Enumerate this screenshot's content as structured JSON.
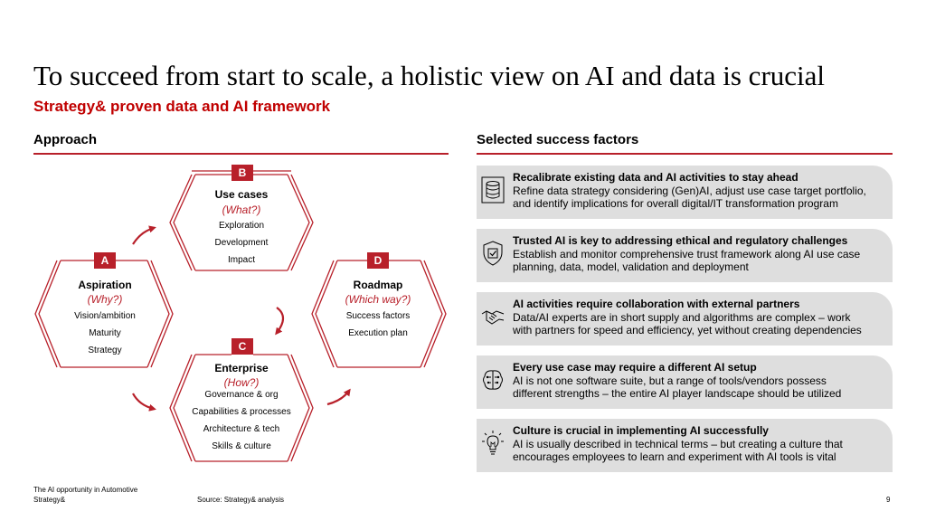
{
  "title": "To succeed from start to scale, a holistic view on AI and data is crucial",
  "subtitle": "Strategy& proven data and AI framework",
  "approach": {
    "heading": "Approach",
    "hexagons": [
      {
        "badge": "B",
        "title": "Use cases",
        "question": "(What?)",
        "items": [
          "Exploration",
          "Development",
          "Impact"
        ]
      },
      {
        "badge": "A",
        "title": "Aspiration",
        "question": "(Why?)",
        "items": [
          "Vision/ambition",
          "Maturity",
          "Strategy"
        ]
      },
      {
        "badge": "D",
        "title": "Roadmap",
        "question": "(Which way?)",
        "items": [
          "Success factors",
          "Execution plan"
        ]
      },
      {
        "badge": "C",
        "title": "Enterprise",
        "question": "(How?)",
        "items": [
          "Governance & org",
          "Capabilities & processes",
          "Architecture & tech",
          "Skills & culture"
        ]
      }
    ]
  },
  "success_factors": {
    "heading": "Selected success factors",
    "items": [
      {
        "icon": "database-icon",
        "title": "Recalibrate existing data and AI activities to stay ahead",
        "lines": [
          "Refine data strategy considering (Gen)AI, adjust use case target portfolio,",
          "and identify implications for overall digital/IT transformation program"
        ]
      },
      {
        "icon": "shield-check-icon",
        "title": "Trusted AI is key to addressing ethical and regulatory challenges",
        "lines": [
          "Establish and monitor comprehensive trust framework along AI use case",
          "planning, data, model, validation and deployment"
        ]
      },
      {
        "icon": "handshake-icon",
        "title": "AI activities require collaboration with external partners",
        "lines": [
          "Data/AI experts are in short supply and algorithms are complex – work",
          "with partners for speed and efficiency, yet without creating dependencies"
        ]
      },
      {
        "icon": "brain-circuit-icon",
        "title": "Every use case may require a different AI setup",
        "lines": [
          "AI is not one software suite, but a range of tools/vendors possess",
          "different strengths – the entire AI player landscape should be utilized"
        ]
      },
      {
        "icon": "lightbulb-icon",
        "title": "Culture is crucial in implementing AI successfully",
        "lines": [
          "AI is usually described in technical terms – but creating a culture that",
          "encourages employees to learn and experiment with AI tools is vital"
        ]
      }
    ]
  },
  "footer": {
    "publication": "The AI opportunity in Automotive",
    "brand": "Strategy&",
    "source": "Source: Strategy& analysis",
    "page": "9"
  },
  "colors": {
    "accent": "#b8202a",
    "subtitle": "#c00000",
    "panel": "#dedede"
  }
}
